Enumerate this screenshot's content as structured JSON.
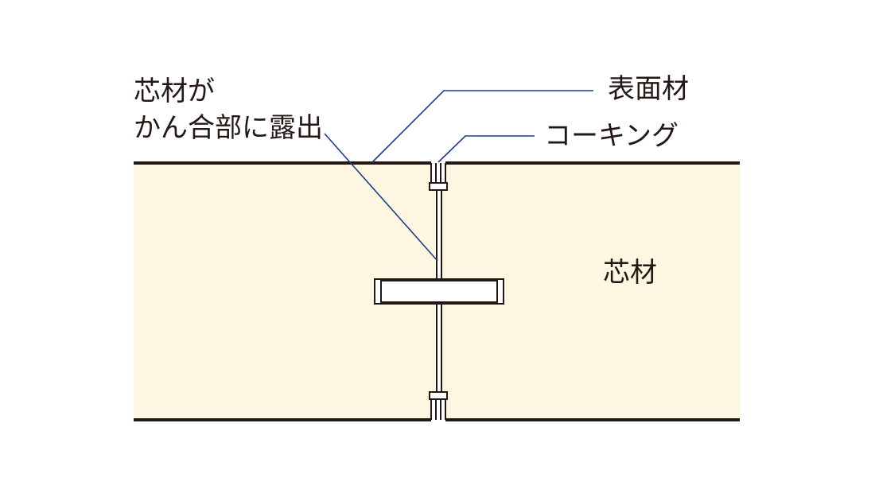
{
  "diagram": {
    "labels": {
      "exposed_core_line1": "芯材が",
      "exposed_core_line2": "かん合部に露出",
      "face_material": "表面材",
      "caulking": "コーキング",
      "core_material": "芯材"
    },
    "colors": {
      "core_fill": "#fdf6e1",
      "outline": "#231815",
      "leader_line": "#1a3c8c",
      "background": "#ffffff"
    }
  }
}
